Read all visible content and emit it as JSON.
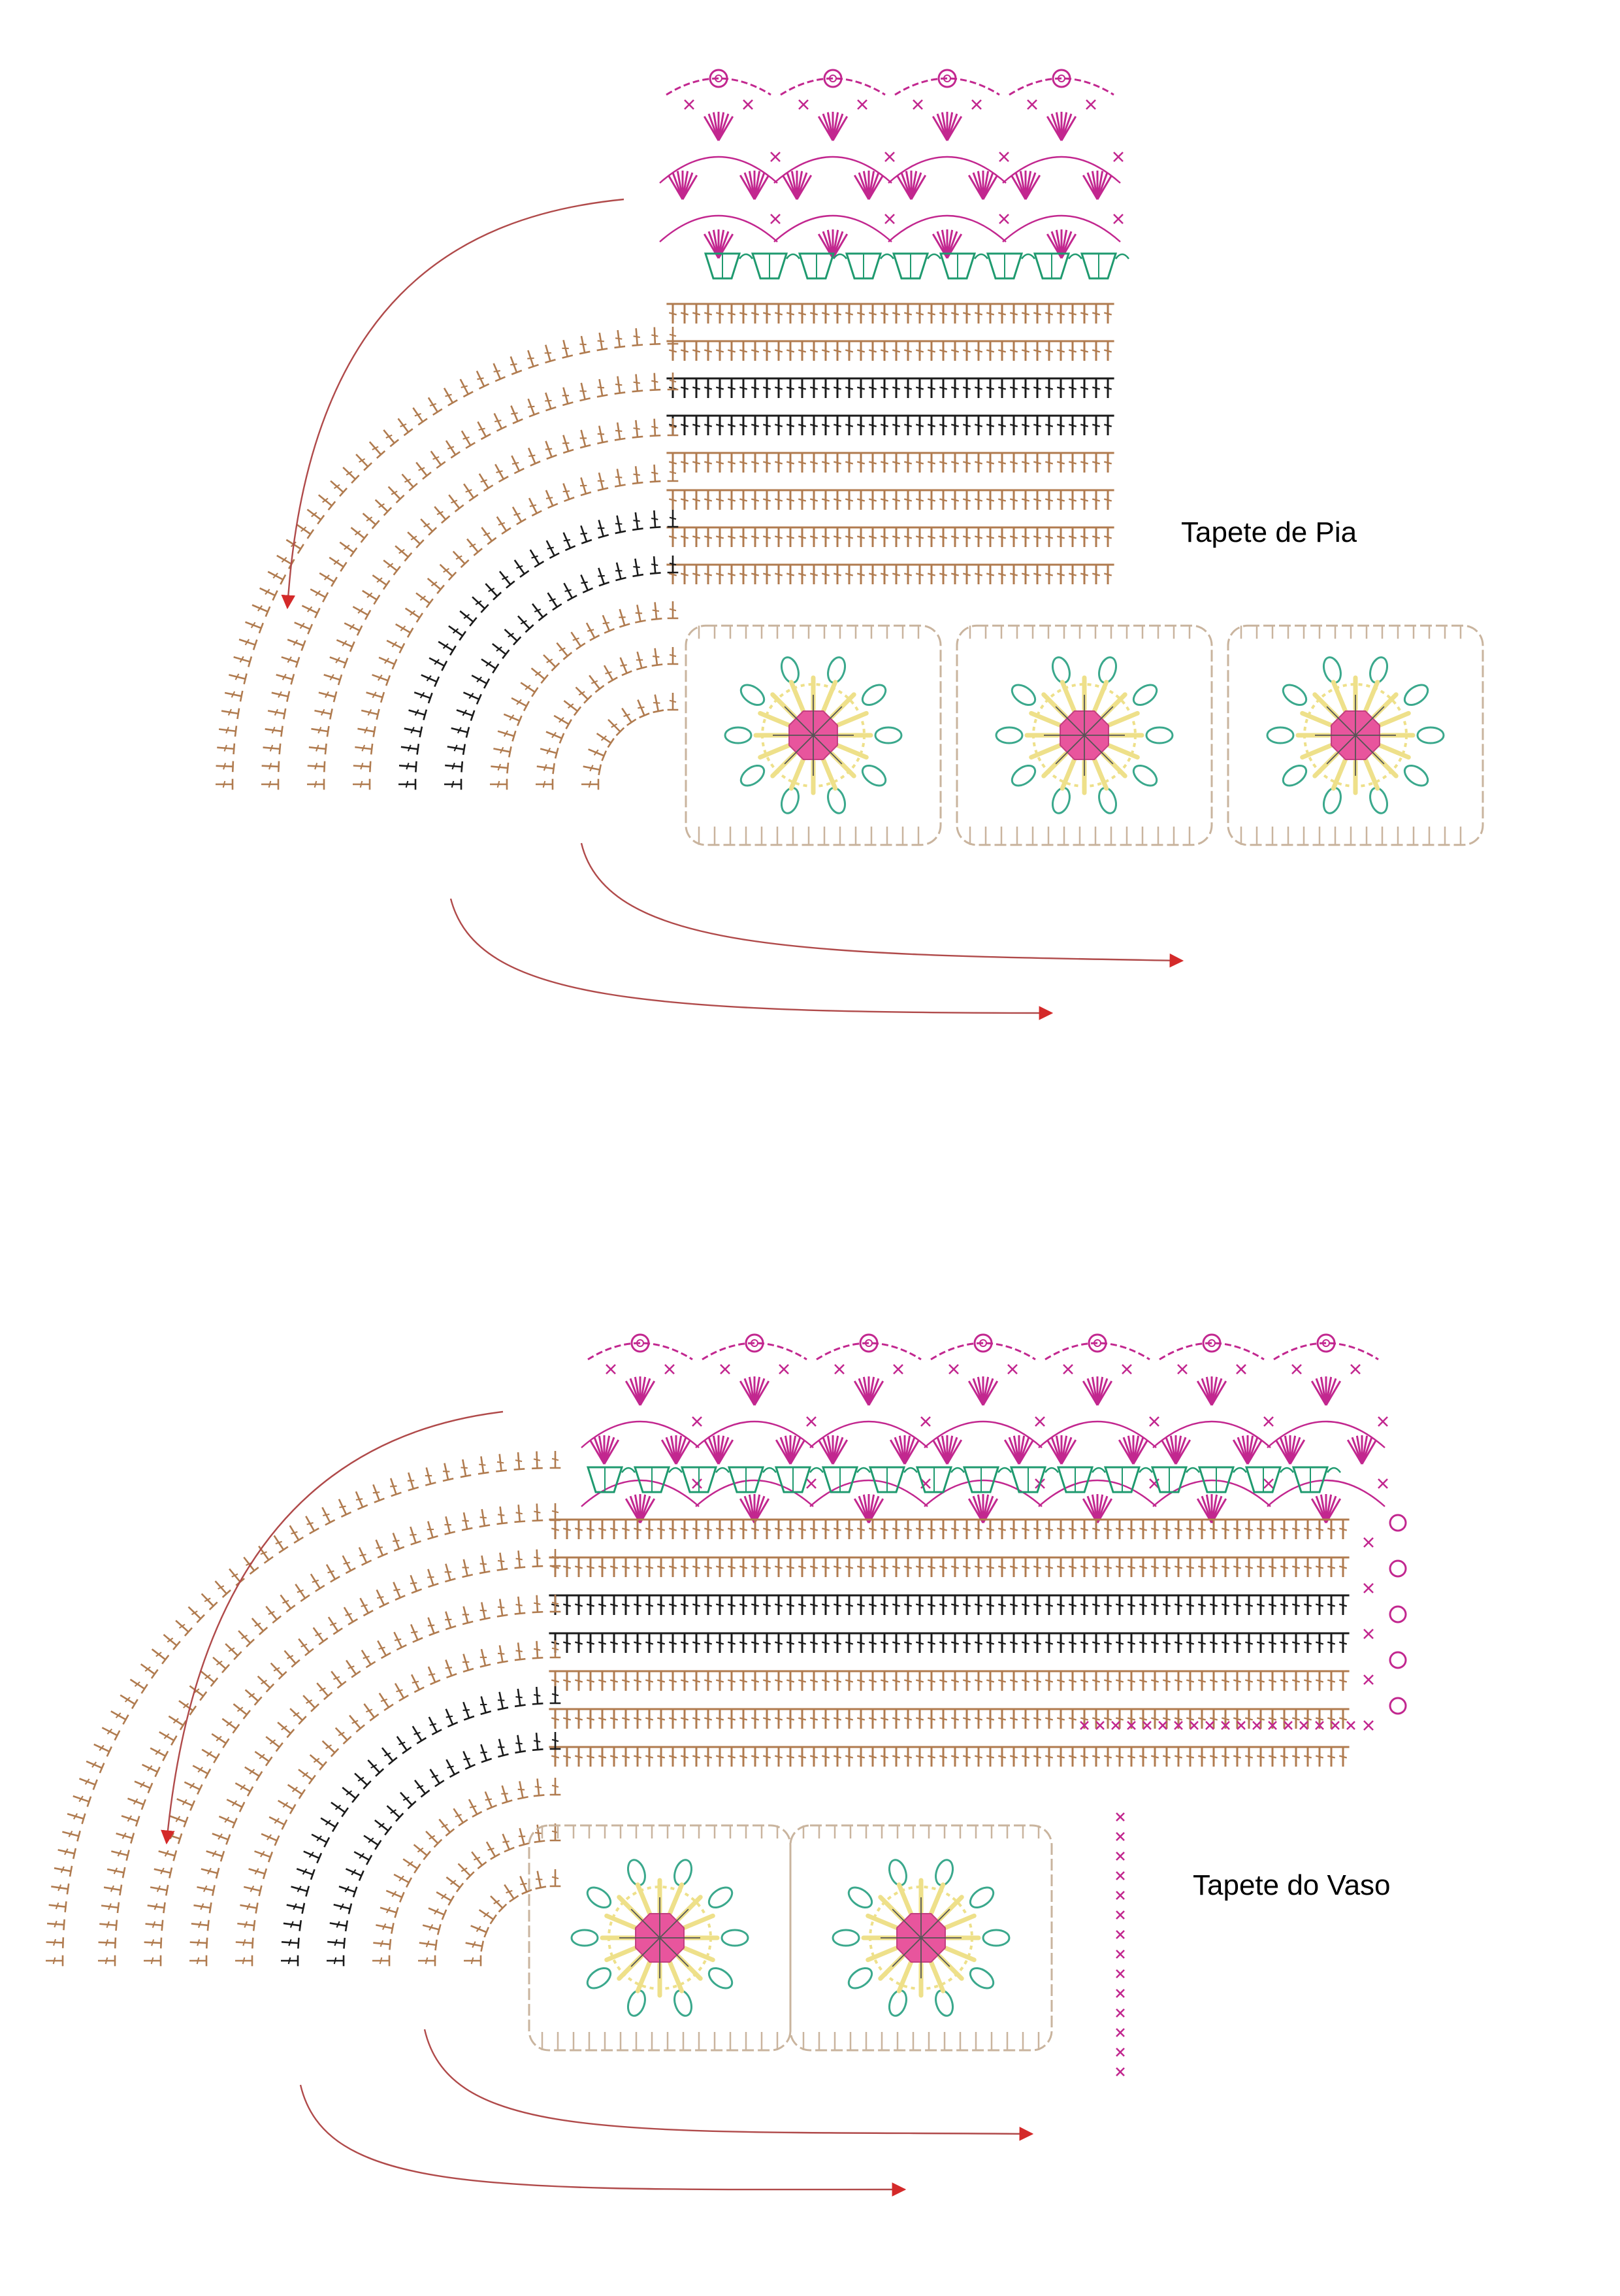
{
  "diagrams": [
    {
      "id": "pia",
      "title": "Tapete de Pia",
      "motif_count": 3
    },
    {
      "id": "vaso",
      "title": "Tapete do Vaso",
      "motif_count": 2
    }
  ],
  "colors": {
    "edging": "#c2278f",
    "shell_band": "#1f9a6f",
    "treble_rows": "#b07b4f",
    "contrast_rows": "#1a1a1a",
    "motif_frame": "#c9b49e",
    "flower_center": "#e8559d",
    "petals": "#eee08a",
    "leaves": "#3aa88c",
    "direction_arrows": "#b04a4a"
  }
}
